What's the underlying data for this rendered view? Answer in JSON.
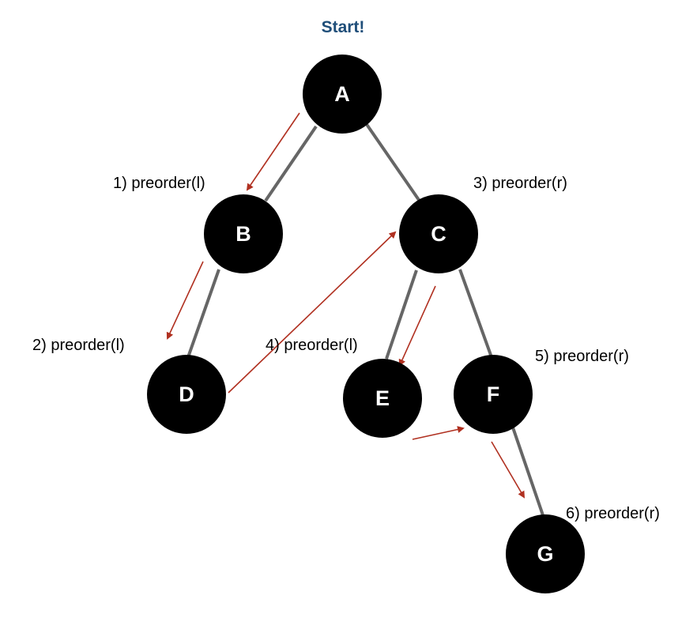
{
  "title": "Start!",
  "colors": {
    "node_fill": "#000000",
    "node_text": "#ffffff",
    "edge": "#666666",
    "arrow": "#b03020",
    "title": "#1f4e79",
    "label": "#000000"
  },
  "nodes": [
    {
      "id": "A",
      "label": "A"
    },
    {
      "id": "B",
      "label": "B"
    },
    {
      "id": "C",
      "label": "C"
    },
    {
      "id": "D",
      "label": "D"
    },
    {
      "id": "E",
      "label": "E"
    },
    {
      "id": "F",
      "label": "F"
    },
    {
      "id": "G",
      "label": "G"
    }
  ],
  "edges": [
    {
      "from": "A",
      "to": "B"
    },
    {
      "from": "A",
      "to": "C"
    },
    {
      "from": "B",
      "to": "D"
    },
    {
      "from": "C",
      "to": "E"
    },
    {
      "from": "C",
      "to": "F"
    },
    {
      "from": "F",
      "to": "G"
    }
  ],
  "steps": [
    {
      "id": "step1",
      "label": "1) preorder(l)",
      "from": "A",
      "to": "B"
    },
    {
      "id": "step2",
      "label": "2) preorder(l)",
      "from": "B",
      "to": "D"
    },
    {
      "id": "step3",
      "label": "3) preorder(r)",
      "from": "D",
      "to": "C"
    },
    {
      "id": "step4",
      "label": "4) preorder(l)",
      "from": "C",
      "to": "E"
    },
    {
      "id": "step5",
      "label": "5) preorder(r)",
      "from": "E",
      "to": "F"
    },
    {
      "id": "step6",
      "label": "6) preorder(r)",
      "from": "F",
      "to": "G"
    }
  ]
}
